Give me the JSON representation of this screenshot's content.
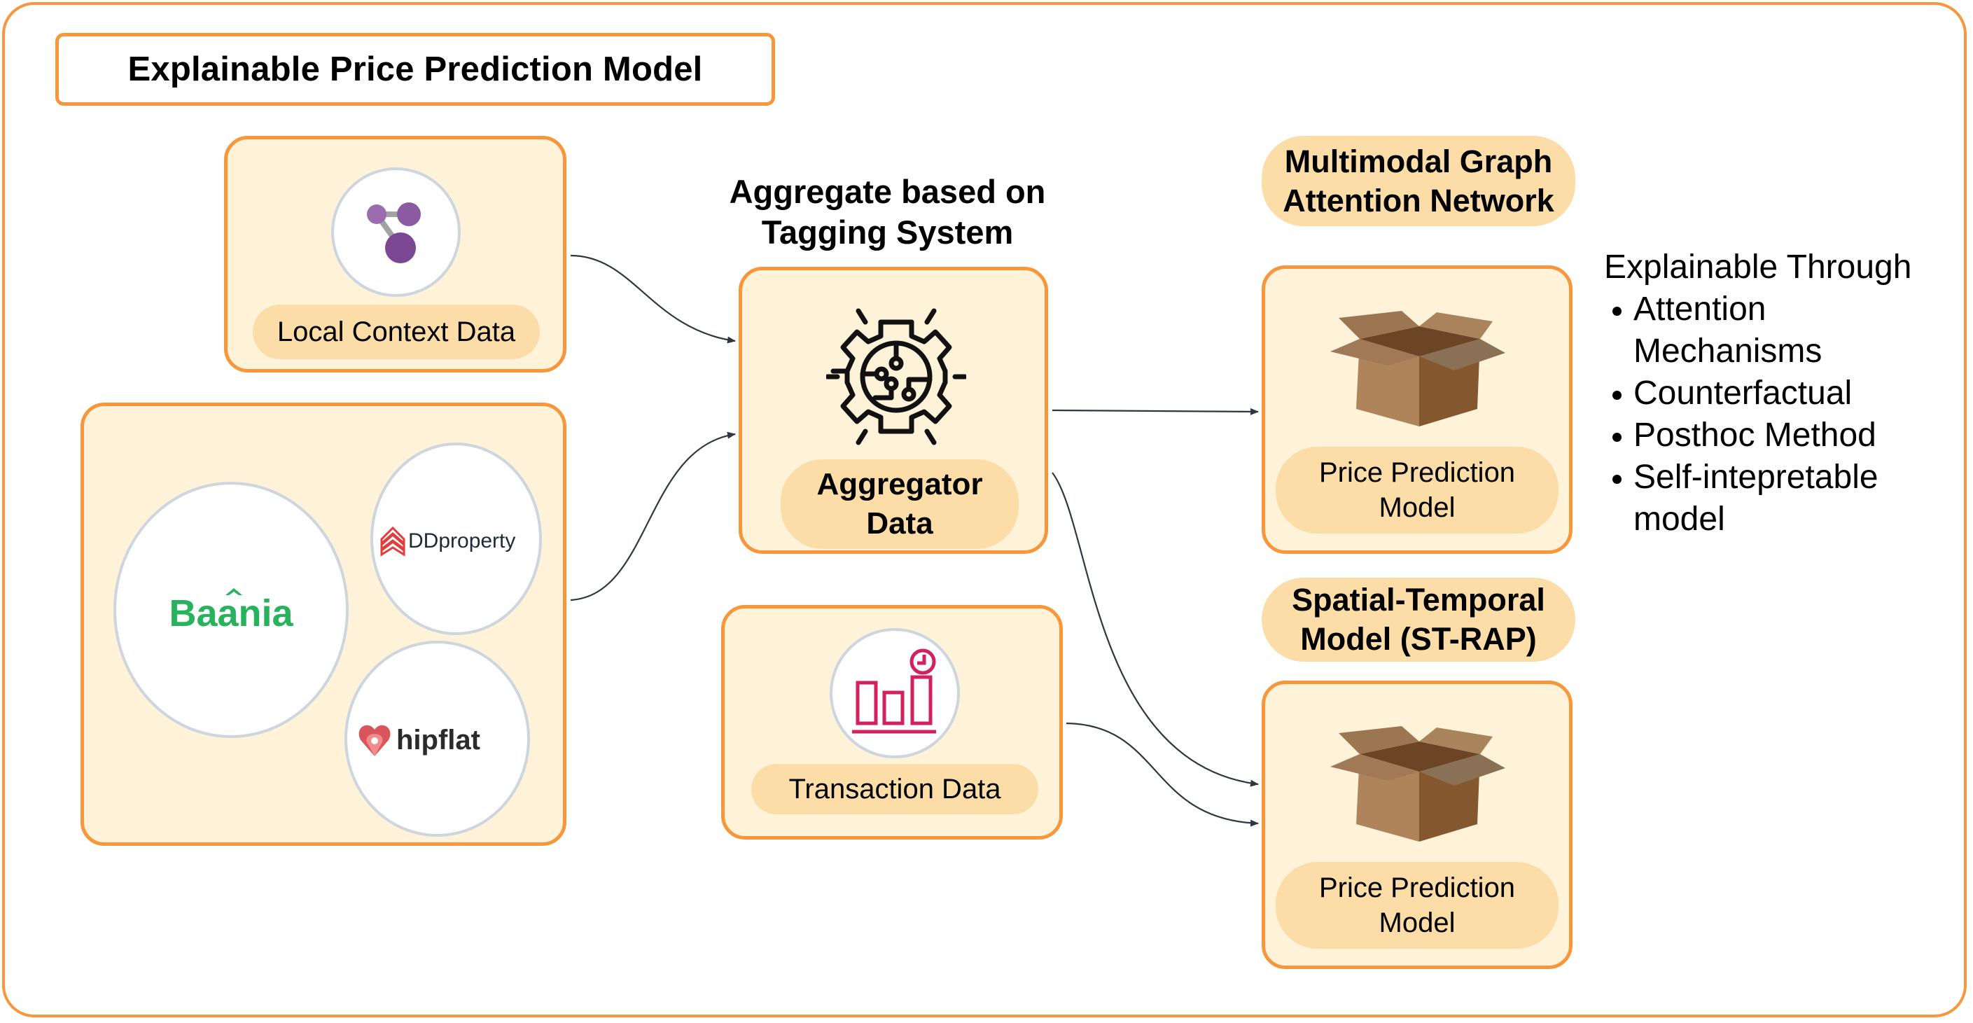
{
  "title": "Explainable Price Prediction Model",
  "sources": {
    "local_context": {
      "label": "Local Context Data",
      "icon": "graph-nodes-icon"
    },
    "listing_sites": [
      {
        "name": "Baania",
        "icon": "baania-logo",
        "color": "#27B35C"
      },
      {
        "name": "DDproperty",
        "icon": "ddproperty-logo",
        "color": "#E23D3D"
      },
      {
        "name": "hipflat",
        "icon": "hipflat-logo",
        "color": "#D9555B"
      }
    ],
    "transaction": {
      "label": "Transaction Data",
      "icon": "bar-chart-clock-icon",
      "color": "#D2215F"
    }
  },
  "aggregator": {
    "heading_line1": "Aggregate based on",
    "heading_line2": "Tagging System",
    "label_line1": "Aggregator",
    "label_line2": "Data",
    "icon": "gear-circuit-icon"
  },
  "models": [
    {
      "heading_line1": "Multimodal Graph",
      "heading_line2": "Attention Network",
      "label_line1": "Price Prediction",
      "label_line2": "Model",
      "icon": "open-box-icon"
    },
    {
      "heading_line1": "Spatial-Temporal",
      "heading_line2": "Model (ST-RAP)",
      "label_line1": "Price Prediction",
      "label_line2": "Model",
      "icon": "open-box-icon"
    }
  ],
  "explainability": {
    "heading": "Explainable Through",
    "items": [
      {
        "line1": "Attention",
        "line2": "Mechanisms"
      },
      {
        "line1": "Counterfactual",
        "line2": ""
      },
      {
        "line1": "Posthoc Method",
        "line2": ""
      },
      {
        "line1": "Self-intepretable",
        "line2": "model"
      }
    ]
  },
  "colors": {
    "accent_border": "#F7963A",
    "card_fill": "#FEF2D9",
    "pill_fill": "#FCDDA8",
    "arrow": "#2F3640"
  }
}
